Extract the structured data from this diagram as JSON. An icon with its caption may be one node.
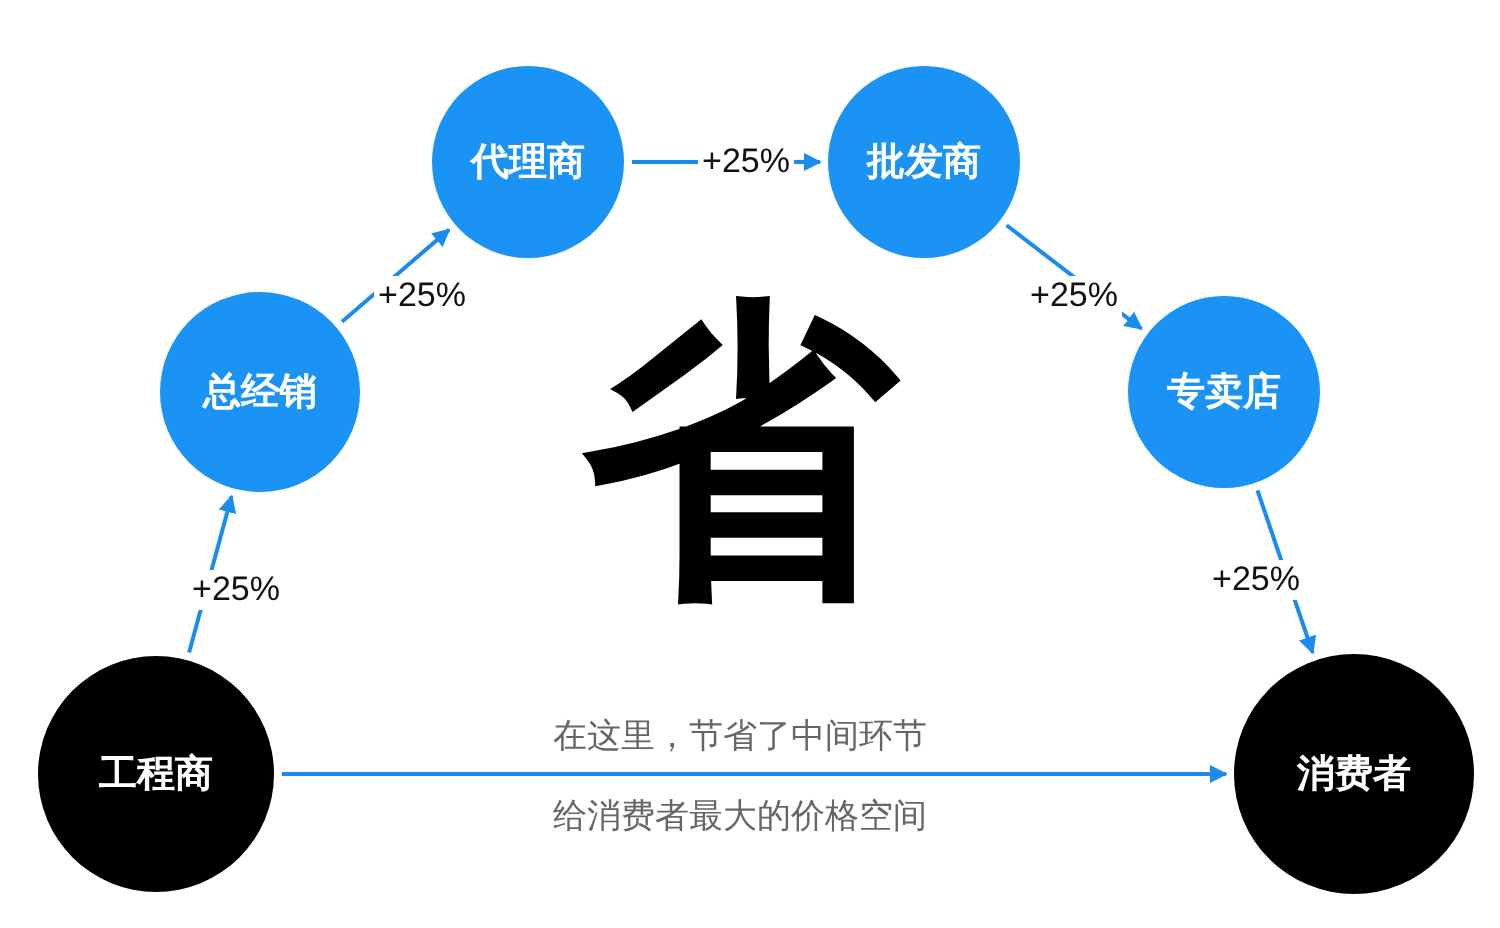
{
  "diagram": {
    "nodes": [
      {
        "text": [
          "工程商"
        ]
      },
      {
        "text": [
          "总经销"
        ]
      },
      {
        "text": [
          "代理商"
        ]
      },
      {
        "text": [
          "批发商"
        ]
      },
      {
        "text": [
          "专卖店"
        ]
      },
      {
        "text": [
          "消费者"
        ]
      }
    ],
    "edges": [
      {
        "from": 0,
        "to": 1,
        "arrow": "to",
        "label": "+25%"
      },
      {
        "from": 1,
        "to": 2,
        "arrow": "to",
        "label": "+25%"
      },
      {
        "from": 2,
        "to": 3,
        "arrow": "to",
        "label": "+25%"
      },
      {
        "from": 3,
        "to": 4,
        "arrow": "to",
        "label": "+25%"
      },
      {
        "from": 4,
        "to": 5,
        "arrow": "to",
        "label": "+25%"
      },
      {
        "from": 0,
        "to": 5,
        "arrow": "to"
      }
    ],
    "labels": [
      "省",
      "在这里，节省了中间环节",
      "给消费者最大的价格空间"
    ]
  }
}
